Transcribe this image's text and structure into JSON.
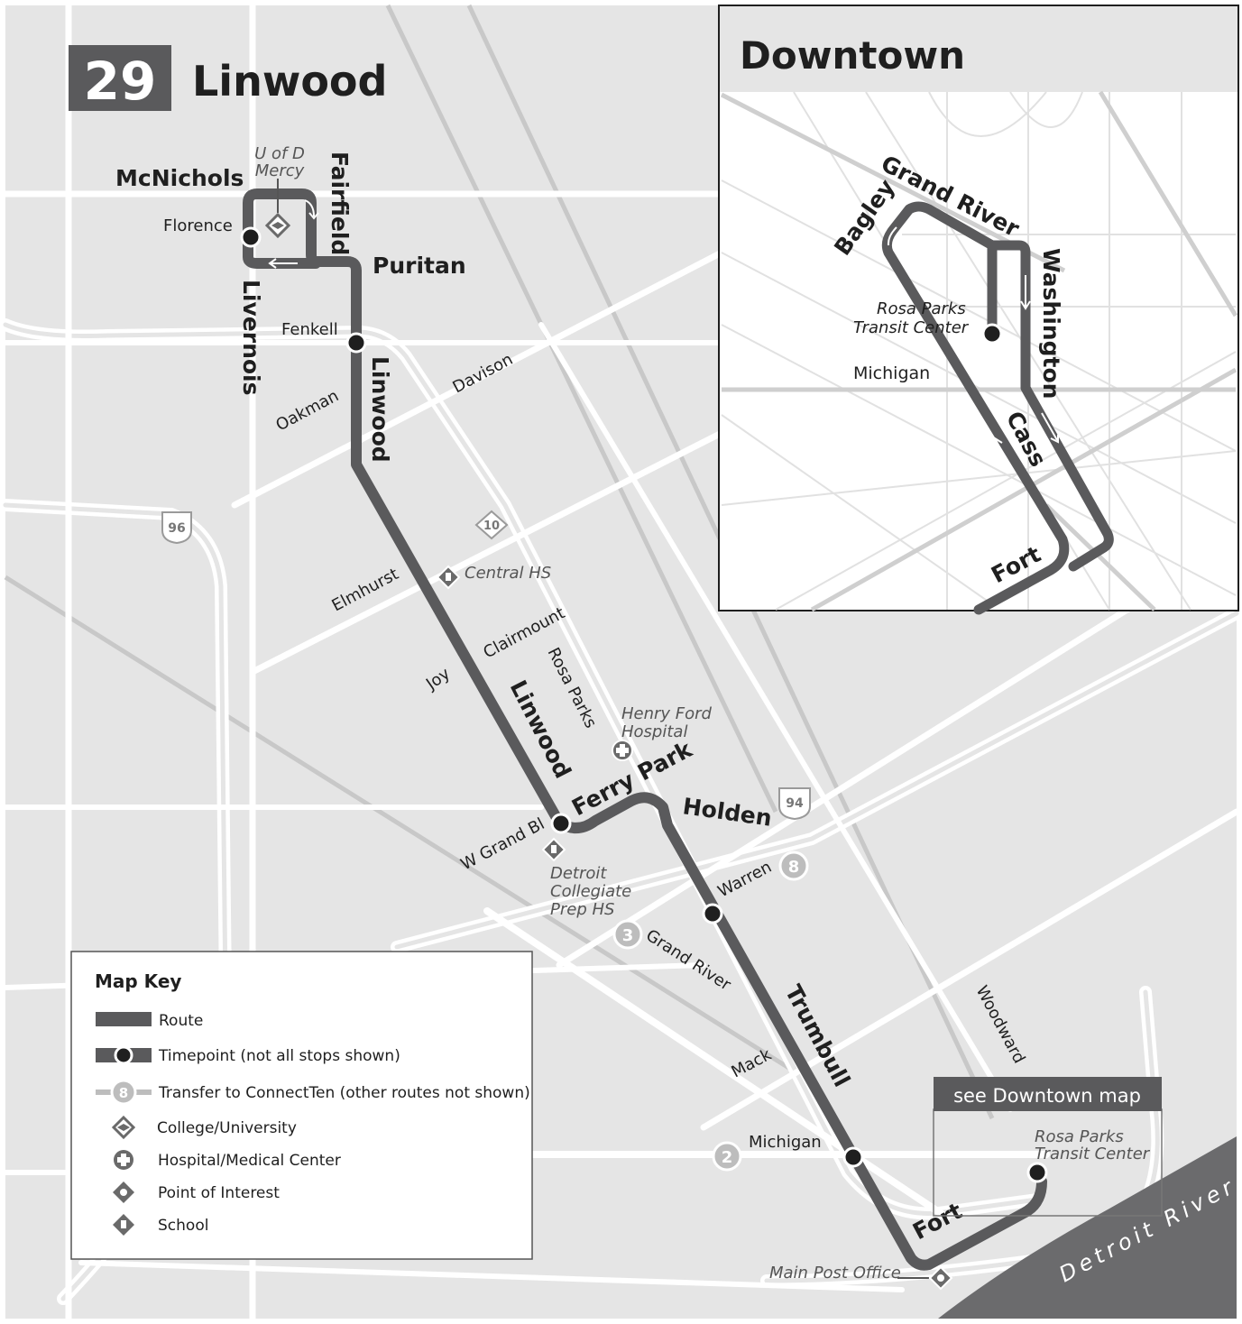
{
  "route": {
    "number": "29",
    "name": "Linwood"
  },
  "colors": {
    "route": "#5a5a5c",
    "map_bg": "#e5e5e5",
    "road": "#ffffff",
    "rail": "#c8c8c8",
    "river": "#6b6b6d",
    "transfer": "#bdbdbd",
    "inset_bg": "#ffffff"
  },
  "streets": {
    "mcnichols": "McNichols",
    "florence": "Florence",
    "fairfield": "Fairfield",
    "puritan": "Puritan",
    "livernois": "Livernois",
    "fenkell": "Fenkell",
    "linwood_n": "Linwood",
    "davison": "Davison",
    "oakman": "Oakman",
    "elmhurst": "Elmhurst",
    "clairmount": "Clairmount",
    "joy": "Joy",
    "rosa_parks": "Rosa Parks",
    "linwood_s": "Linwood",
    "ferry_park": "Ferry Park",
    "holden": "Holden",
    "w_grand_bl": "W Grand Bl",
    "warren": "Warren",
    "grand_river": "Grand River",
    "trumbull": "Trumbull",
    "mack": "Mack",
    "woodward": "Woodward",
    "michigan": "Michigan",
    "fort": "Fort"
  },
  "highways": {
    "i96": "96",
    "m10": "10",
    "i94": "94"
  },
  "poi": {
    "uofd_1": "U of D",
    "uofd_2": "Mercy",
    "central_hs": "Central HS",
    "henry_ford_1": "Henry Ford",
    "henry_ford_2": "Hospital",
    "dcp_1": "Detroit",
    "dcp_2": "Collegiate",
    "dcp_3": "Prep HS",
    "rosa_1": "Rosa Parks",
    "rosa_2": "Transit Center",
    "main_post": "Main Post Office"
  },
  "river_label": "Detroit River",
  "transfers": {
    "t8": "8",
    "t3": "3",
    "t2": "2"
  },
  "see_downtown": "see Downtown map",
  "inset": {
    "title": "Downtown",
    "grand_river": "Grand River",
    "bagley": "Bagley",
    "washington": "Washington",
    "rosa_1": "Rosa Parks",
    "rosa_2": "Transit Center",
    "michigan": "Michigan",
    "cass": "Cass",
    "fort": "Fort"
  },
  "key": {
    "title": "Map Key",
    "route": "Route",
    "timepoint": "Timepoint (not all stops shown)",
    "transfer": "Transfer to ConnectTen (other routes not shown)",
    "transfer_num": "8",
    "college": "College/University",
    "hospital": "Hospital/Medical Center",
    "poi": "Point of Interest",
    "school": "School"
  }
}
